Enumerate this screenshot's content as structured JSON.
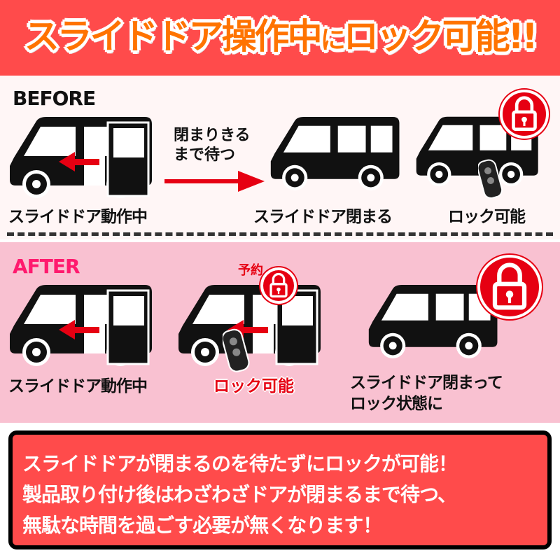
{
  "header": {
    "title_part1": "スライドドア操作中",
    "title_part2": "に",
    "title_part3": "ロック可能!!"
  },
  "before": {
    "label": "BEFORE",
    "step1_caption": "スライドドア動作中",
    "arrow_text_line1": "閉まりきる",
    "arrow_text_line2": "まで待つ",
    "step2_caption": "スライドドア閉まる",
    "step3_caption": "ロック可能"
  },
  "after": {
    "label": "AFTER",
    "step1_caption": "スライドドア動作中",
    "reserve_label": "予約",
    "step2_caption": "ロック可能",
    "step3_caption_line1": "スライドドア閉まって",
    "step3_caption_line2": "ロック状態に"
  },
  "message": {
    "line1": "スライドドアが閉まるのを待たずにロックが可能！",
    "line2": "製品取り付け後はわざわざドアが閉まるまで待つ、",
    "line3": "無駄な時間を過ごす必要が無くなります！"
  },
  "colors": {
    "header_bg": "#ff4b4b",
    "title": "#ff7300",
    "before_label": "#111111",
    "after_label": "#ff1a6e",
    "lock": "#e60012",
    "arrow": "#e60012",
    "after_bg": "#f9c1d1"
  },
  "icons": [
    "van-icon",
    "lock-icon",
    "car-key-fob-icon",
    "arrow-right-icon",
    "arrow-left-icon"
  ]
}
